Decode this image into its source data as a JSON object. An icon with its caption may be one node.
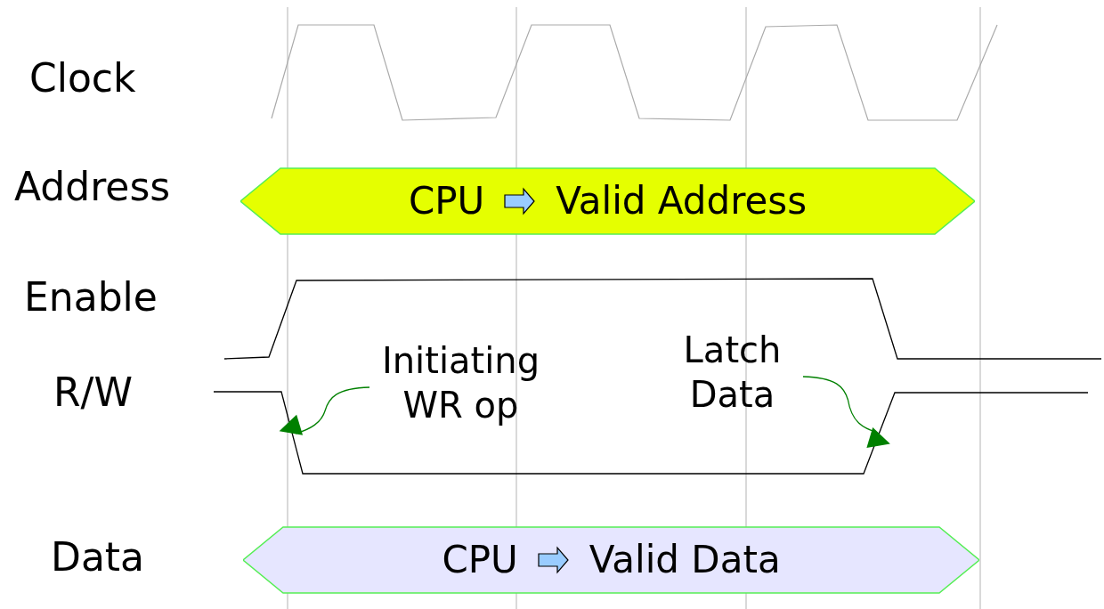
{
  "diagram": {
    "nodes": [
      {
        "text": [
          "CPU",
          "Valid Address"
        ]
      },
      {
        "text": [
          "CPU",
          "Valid Data"
        ]
      },
      {
        "text": [
          "Initiating WR op"
        ]
      },
      {
        "text": [
          "Latch Data"
        ]
      }
    ],
    "edges": [
      {
        "from": 2,
        "to": null,
        "arrow": "to",
        "color": "#008000"
      },
      {
        "from": 3,
        "to": null,
        "arrow": "to",
        "color": "#008000"
      }
    ],
    "labels": [
      "Clock",
      "Address",
      "Enable",
      "R/W",
      "Data"
    ]
  }
}
